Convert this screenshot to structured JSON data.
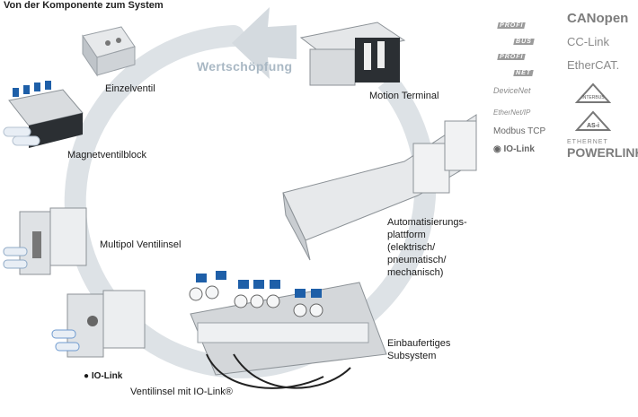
{
  "title": "Von der Komponente zum System",
  "cycle_label": "Wertschöpfung",
  "nodes": {
    "einzelventil": "Einzelventil",
    "magnetventilblock": "Magnetventilblock",
    "multipol": "Multipol Ventilinsel",
    "ventilinsel_iolink": "Ventilinsel mit IO-Link®",
    "iolink_badge": "IO-Link",
    "motion_terminal": "Motion Terminal",
    "automatisierung": [
      "Automatisierungs-",
      "plattform",
      "(elektrisch/",
      "pneumatisch/",
      "mechanisch)"
    ],
    "subsystem": [
      "Einbaufertiges",
      "Subsystem"
    ]
  },
  "protocols": {
    "profibus_top": "PROFI",
    "profibus_bottom": "BUS",
    "profinet_top": "PROFI",
    "profinet_bottom": "NET",
    "devicenet": "DeviceNet",
    "ethernetip": "EtherNet/IP",
    "modbus": "Modbus TCP",
    "iolink": "IO-Link",
    "canopen": "CANopen",
    "cclink": "CC-Link",
    "ethercat": "EtherCAT.",
    "interbus": "INTERBUS",
    "asi": "AS-i",
    "ethernet_small": "ETHERNET",
    "powerlink": "POWERLINK"
  },
  "colors": {
    "cycle": "#d9dee2",
    "cycle_arrow": "#c9d1d8",
    "valve_blue": "#1e5fa8",
    "logo_gray": "#8a8a8a"
  }
}
